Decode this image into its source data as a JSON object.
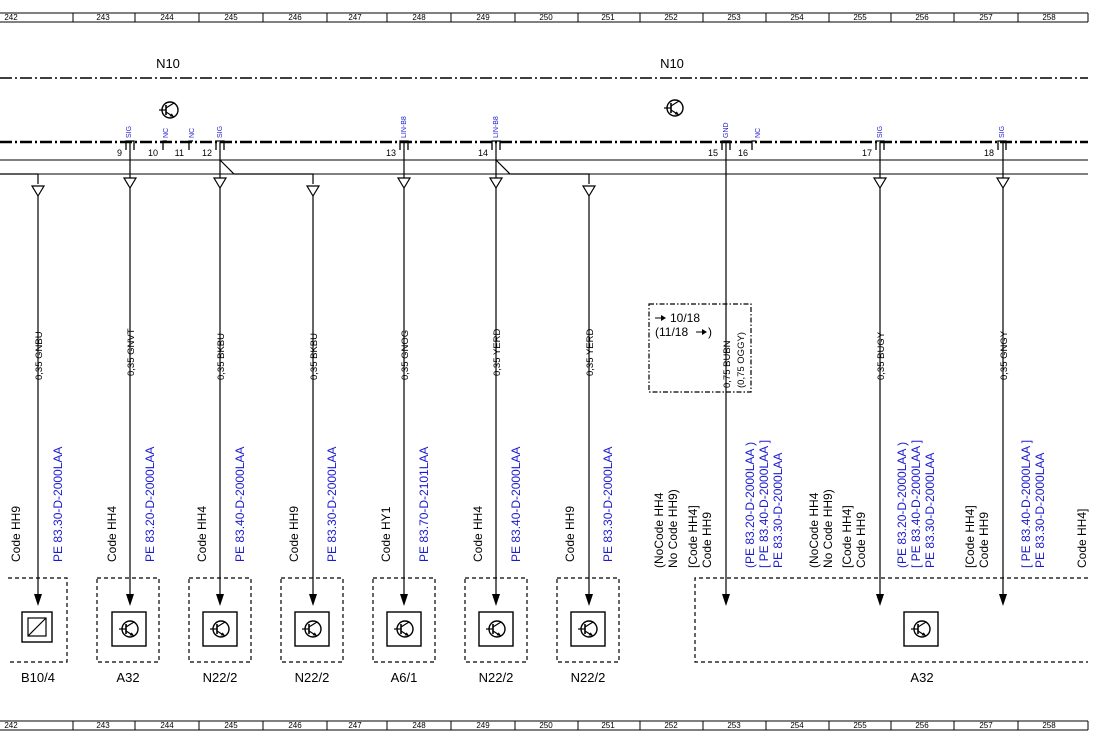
{
  "ruler": [
    "242",
    "243",
    "244",
    "245",
    "246",
    "247",
    "248",
    "249",
    "250",
    "251",
    "252",
    "253",
    "254",
    "255",
    "256",
    "257",
    "258"
  ],
  "header": {
    "left_label": "N10",
    "right_label": "N10"
  },
  "pins": [
    {
      "num": "9",
      "sig": "SIG"
    },
    {
      "num": "10",
      "sig": "NC"
    },
    {
      "num": "11",
      "sig": "NC"
    },
    {
      "num": "12",
      "sig": "SIG"
    },
    {
      "num": "13",
      "sig": "LIN-B8"
    },
    {
      "num": "14",
      "sig": "LIN-B8"
    },
    {
      "num": "15",
      "sig": "GND"
    },
    {
      "num": "16",
      "sig": "NC"
    },
    {
      "num": "17",
      "sig": "SIG"
    },
    {
      "num": "18",
      "sig": "SIG"
    }
  ],
  "wires": [
    {
      "label": "0,35 GNBU",
      "code": "Code HH9",
      "part": "PE 83.30-D-2000LAA"
    },
    {
      "label": "0,35 GNVT",
      "code": "Code HH4",
      "part": "PE 83.20-D-2000LAA"
    },
    {
      "label": "0,35 BKBU",
      "code": "Code HH4",
      "part": "PE 83.40-D-2000LAA"
    },
    {
      "label": "0,35 BKBU",
      "code": "Code HH9",
      "part": "PE 83.30-D-2000LAA"
    },
    {
      "label": "0,35 GNOG",
      "code": "Code HY1",
      "part": "PE 83.70-D-2101LAA"
    },
    {
      "label": "0,35 YERD",
      "code": "Code HH4",
      "part": "PE 83.40-D-2000LAA"
    },
    {
      "label": "0,35 YERD",
      "code": "Code HH9",
      "part": "PE 83.30-D-2000LAA"
    }
  ],
  "wire15": {
    "label1": "0,75 BUBN",
    "label2": "(0,75 OGGY)",
    "ref1": "10/18",
    "ref2": "(11/18",
    "codes": [
      "(NoCode HH4",
      "No Code HH9)",
      "[Code HH4]",
      "Code HH9"
    ],
    "parts": [
      "(PE 83.20-D-2000LAA    )",
      "[ PE 83.40-D-2000LAA   ]",
      "PE 83.30-D-2000LAA"
    ]
  },
  "wire17": {
    "label": "0,35 BUGY",
    "codes": [
      "(NoCode HH4",
      "No Code HH9)",
      "[Code HH4]",
      "Code HH9"
    ],
    "parts": [
      "(PE 83.20-D-2000LAA    )",
      "[ PE 83.40-D-2000LAA   ]",
      "PE 83.30-D-2000LAA"
    ]
  },
  "wire18": {
    "label": "0,35 GNGY",
    "codes": [
      "[Code HH4]",
      "Code HH9"
    ],
    "parts": [
      "[ PE 83.40-D-2000LAA   ]",
      "PE 83.30-D-2000LAA"
    ]
  },
  "edge_code": "Code HH4]",
  "components": [
    "B10/4",
    "A32",
    "N22/2",
    "N22/2",
    "A6/1",
    "N22/2",
    "N22/2",
    "A32"
  ]
}
